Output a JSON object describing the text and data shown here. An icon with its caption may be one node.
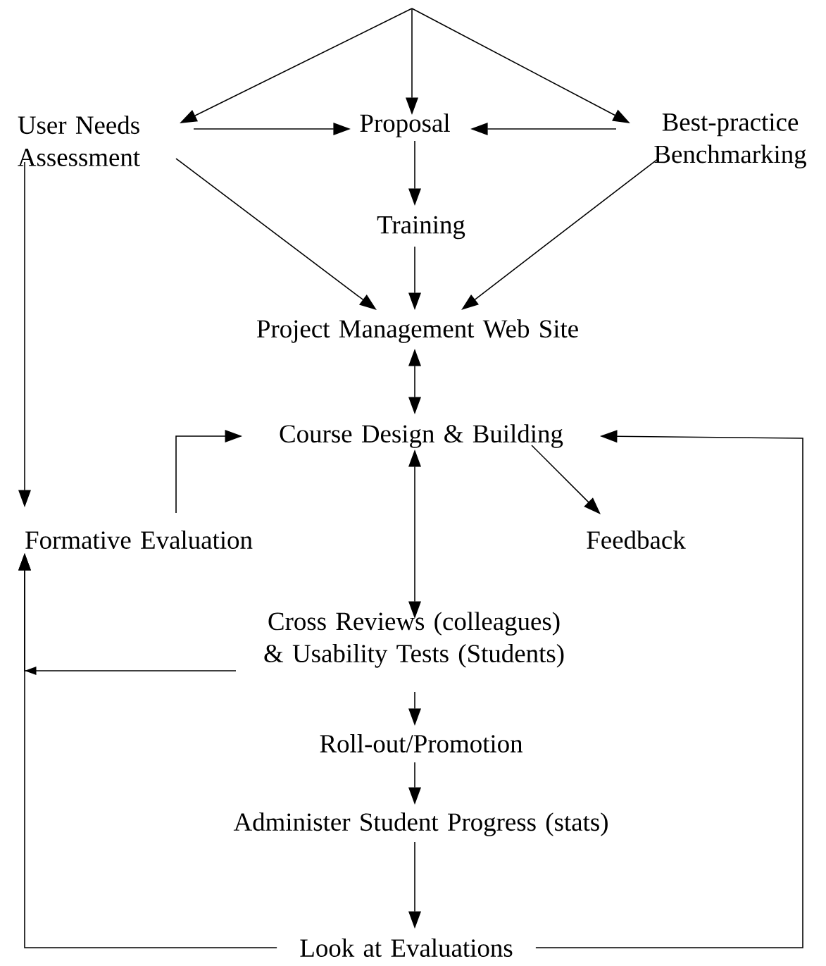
{
  "diagram": {
    "nodes": [
      {
        "text": [
          "User Needs Assessment"
        ]
      },
      {
        "text": [
          "Proposal"
        ]
      },
      {
        "text": [
          "Best-practice Benchmarking"
        ]
      },
      {
        "text": [
          "Training"
        ]
      },
      {
        "text": [
          "Project Management Web Site"
        ]
      },
      {
        "text": [
          "Course Design & Building"
        ]
      },
      {
        "text": [
          "Formative Evaluation"
        ]
      },
      {
        "text": [
          "Feedback"
        ]
      },
      {
        "text": [
          "Cross Reviews (colleagues) & Usability Tests (Students)"
        ]
      },
      {
        "text": [
          "Roll-out/Promotion"
        ]
      },
      {
        "text": [
          "Administer Student Progress (stats)"
        ]
      },
      {
        "text": [
          "Look at Evaluations"
        ]
      }
    ],
    "edges": [
      {
        "from": null,
        "to": 0,
        "arrow": "to"
      },
      {
        "from": null,
        "to": 1,
        "arrow": "to"
      },
      {
        "from": null,
        "to": 2,
        "arrow": "to"
      },
      {
        "from": 0,
        "to": 1,
        "arrow": "to"
      },
      {
        "from": 2,
        "to": 1,
        "arrow": "to"
      },
      {
        "from": 1,
        "to": 3,
        "arrow": "to"
      },
      {
        "from": 0,
        "to": 4,
        "arrow": "to"
      },
      {
        "from": 3,
        "to": 4,
        "arrow": "to"
      },
      {
        "from": 2,
        "to": 4,
        "arrow": "to"
      },
      {
        "from": 4,
        "to": 5,
        "arrow": "both"
      },
      {
        "from": 6,
        "to": 5,
        "arrow": "to"
      },
      {
        "from": 5,
        "to": 7,
        "arrow": "to"
      },
      {
        "from": 5,
        "to": 8,
        "arrow": "both"
      },
      {
        "from": 0,
        "to": 6,
        "arrow": "to"
      },
      {
        "from": 8,
        "to": 6,
        "arrow": "to"
      },
      {
        "from": 8,
        "to": 9,
        "arrow": "to"
      },
      {
        "from": 9,
        "to": 10,
        "arrow": "to"
      },
      {
        "from": 10,
        "to": 11,
        "arrow": "to"
      },
      {
        "from": 11,
        "to": 6,
        "arrow": "to"
      },
      {
        "from": 11,
        "to": 5,
        "arrow": "to"
      }
    ]
  }
}
